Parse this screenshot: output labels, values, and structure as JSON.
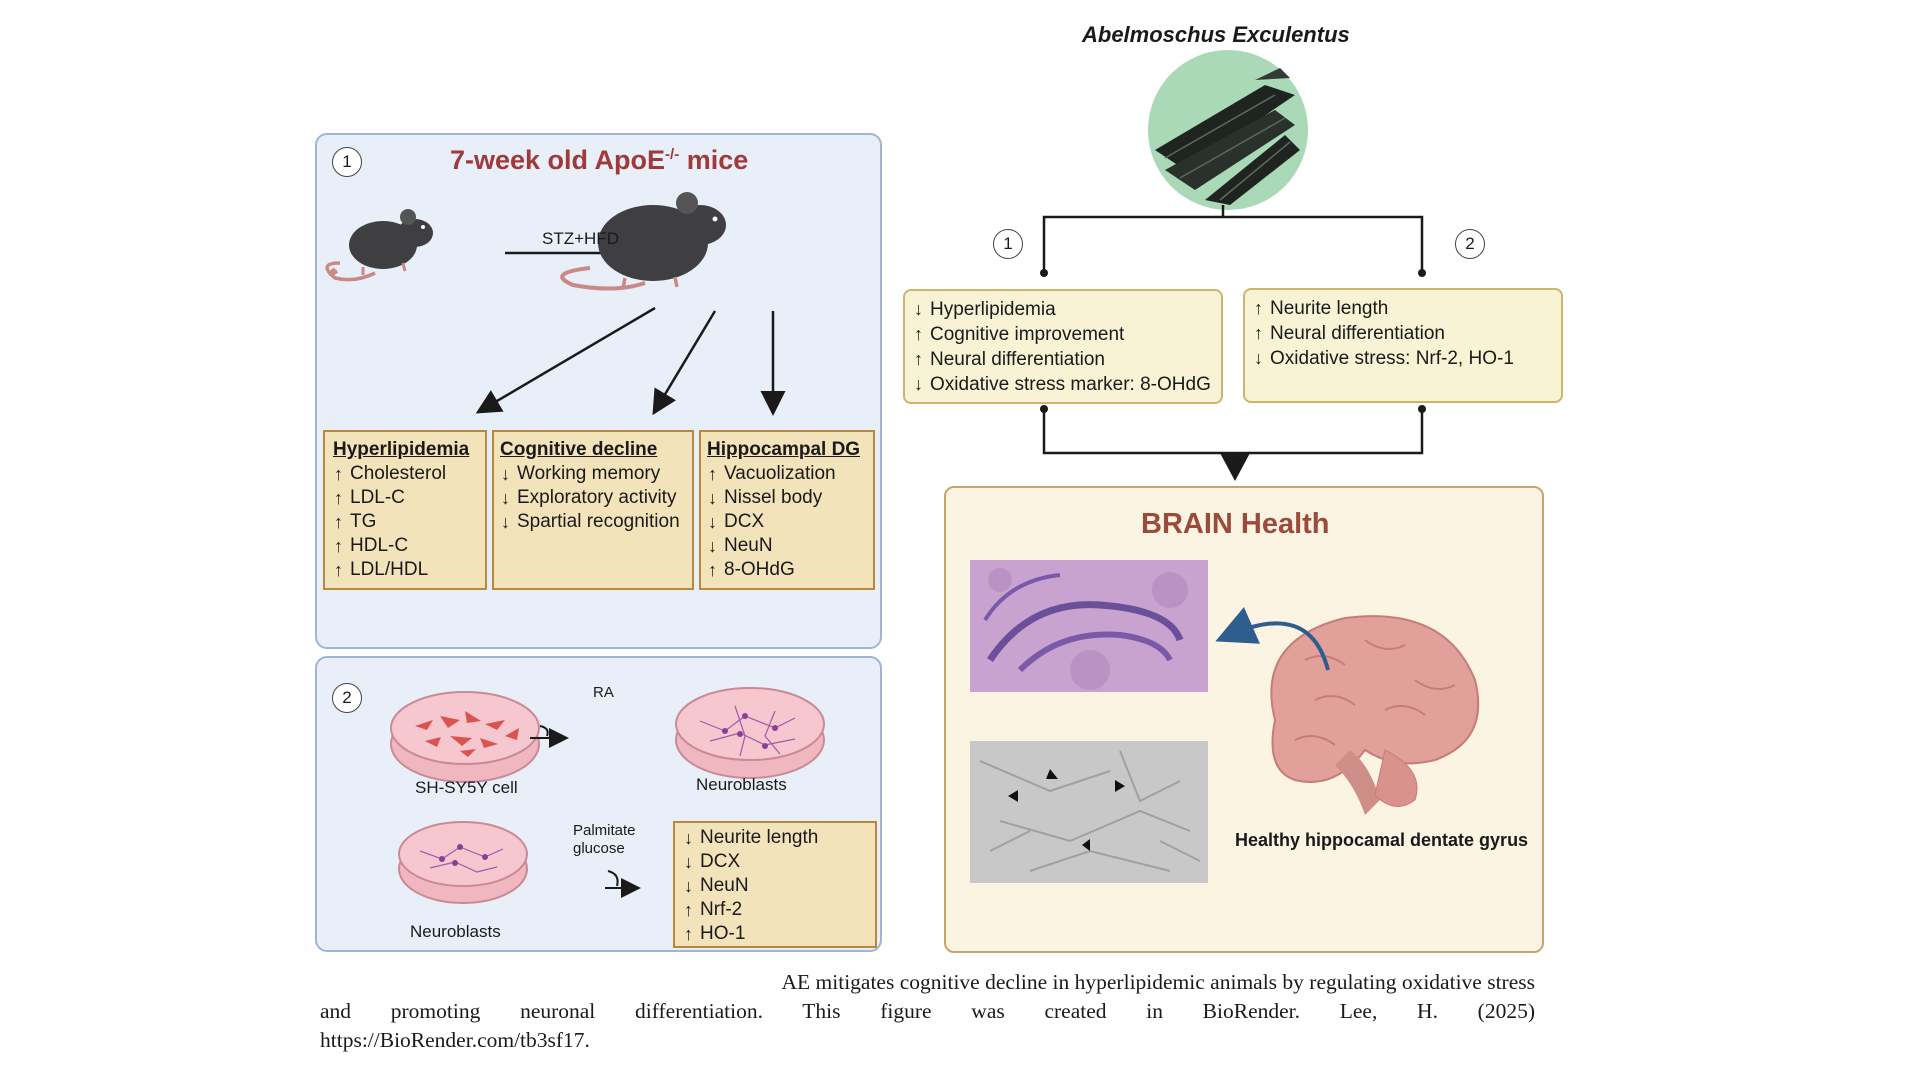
{
  "panel1": {
    "number": "1",
    "title_main": "7-week old ApoE",
    "title_sup": "-/-",
    "title_end": " mice",
    "treatment": "STZ+HFD",
    "boxes": [
      {
        "header": "Hyperlipidemia",
        "items": [
          {
            "dir": "up",
            "text": "Cholesterol"
          },
          {
            "dir": "up",
            "text": "LDL-C"
          },
          {
            "dir": "up",
            "text": "TG"
          },
          {
            "dir": "up",
            "text": "HDL-C"
          },
          {
            "dir": "up",
            "text": "LDL/HDL"
          }
        ]
      },
      {
        "header": "Cognitive decline",
        "items": [
          {
            "dir": "down",
            "text": "Working memory"
          },
          {
            "dir": "down",
            "text": "Exploratory activity"
          },
          {
            "dir": "down",
            "text": "Spartial recognition"
          }
        ]
      },
      {
        "header": "Hippocampal DG",
        "items": [
          {
            "dir": "up",
            "text": "Vacuolization"
          },
          {
            "dir": "down",
            "text": "Nissel body"
          },
          {
            "dir": "down",
            "text": "DCX"
          },
          {
            "dir": "down",
            "text": "NeuN"
          },
          {
            "dir": "up",
            "text": "8-OHdG"
          }
        ]
      }
    ]
  },
  "panel2": {
    "number": "2",
    "ra_label": "RA",
    "cell_label": "SH-SY5Y cell",
    "neuroblasts_label": "Neuroblasts",
    "neuroblasts_label2": "Neuroblasts",
    "palmitate_label": "Palmitate",
    "glucose_label": "glucose",
    "results": [
      {
        "dir": "down",
        "text": "Neurite length"
      },
      {
        "dir": "down",
        "text": "DCX"
      },
      {
        "dir": "down",
        "text": "NeuN"
      },
      {
        "dir": "up",
        "text": "Nrf-2"
      },
      {
        "dir": "up",
        "text": "HO-1"
      }
    ]
  },
  "right": {
    "plant_title": "Abelmoschus Exculentus",
    "branch1_number": "1",
    "branch2_number": "2",
    "box1": [
      {
        "dir": "down",
        "text": "Hyperlipidemia"
      },
      {
        "dir": "up",
        "text": "Cognitive improvement"
      },
      {
        "dir": "up",
        "text": "Neural differentiation"
      },
      {
        "dir": "down",
        "text": "Oxidative stress marker: 8-OHdG"
      }
    ],
    "box2": [
      {
        "dir": "up",
        "text": "Neurite length"
      },
      {
        "dir": "up",
        "text": "Neural differentiation"
      },
      {
        "dir": "down",
        "text": "Oxidative stress: Nrf-2, HO-1"
      }
    ],
    "brain_title": "BRAIN Health",
    "brain_caption": "Healthy hippocamal dentate gyrus"
  },
  "caption": {
    "line1": "AE mitigates cognitive decline in hyperlipidemic animals by regulating oxidative stress",
    "line2": "and promoting neuronal differentiation. This figure was created in BioRender. Lee, H. (2025)",
    "line3": "https://BioRender.com/tb3sf17."
  },
  "colors": {
    "panel_bg": "#e8eff8",
    "panel_border": "#9fb5d3",
    "tan_box": "#f3e3bb",
    "tan_border": "#b8883c",
    "yellow_box": "#f7f3d4",
    "title_red": "#a03a3a",
    "brain_title": "#9b4b3c"
  }
}
